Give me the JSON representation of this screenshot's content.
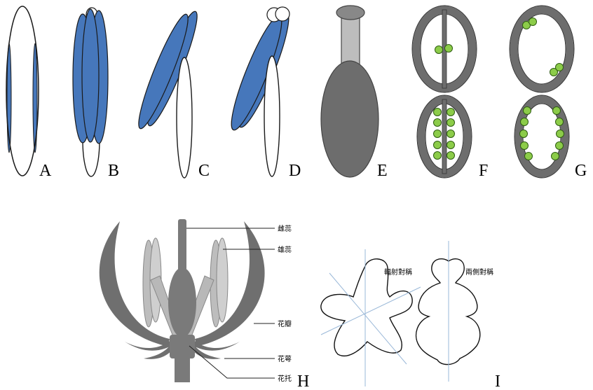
{
  "panels": {
    "A": {
      "label": "A"
    },
    "B": {
      "label": "B"
    },
    "C": {
      "label": "C"
    },
    "D": {
      "label": "D"
    },
    "E": {
      "label": "E"
    },
    "F": {
      "label": "F"
    },
    "G": {
      "label": "G"
    },
    "H": {
      "label": "H",
      "parts": {
        "pistil": "雌蕊",
        "stamen": "雄蕊",
        "petal": "花瓣",
        "sepal": "花萼",
        "receptacle": "花托"
      }
    },
    "I": {
      "label": "I",
      "radial": "輻射對稱",
      "bilateral": "兩側對稱"
    }
  },
  "colors": {
    "blue": "#4677bb",
    "dark_gray": "#6d6d6d",
    "mid_gray": "#888888",
    "light_gray": "#bdbdbd",
    "ovule_green": "#8ccc49",
    "axis_blue": "#9ab8d8"
  }
}
